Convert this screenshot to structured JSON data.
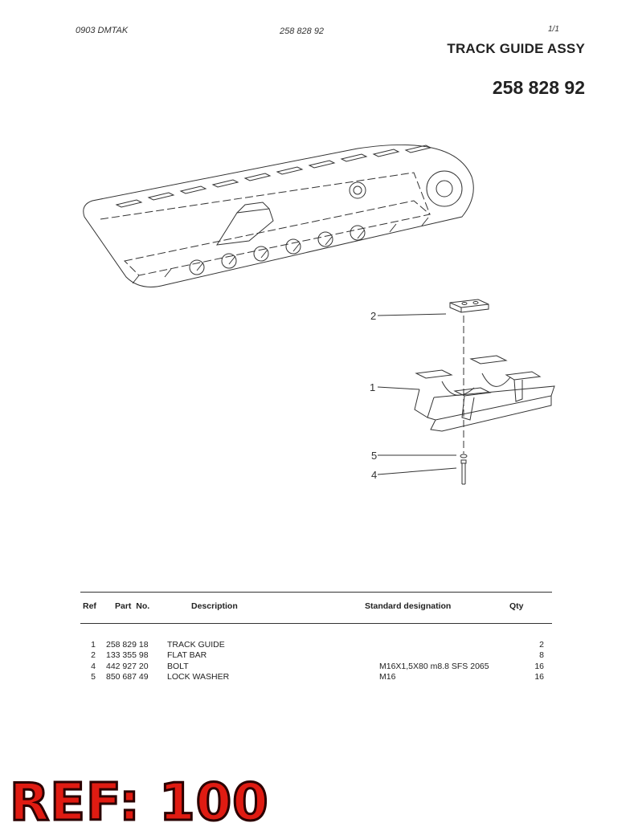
{
  "header": {
    "left_code": "0903   DMTAK",
    "center_number": "258 828 92",
    "page": "1/1"
  },
  "title": "TRACK GUIDE ASSY",
  "part_number": "258 828 92",
  "callouts": [
    "2",
    "1",
    "5",
    "4"
  ],
  "table": {
    "headers": {
      "ref": "Ref",
      "part_no": "Part  No.",
      "description": "Description",
      "standard": "Standard designation",
      "qty": "Qty"
    },
    "rows": [
      {
        "ref": "1",
        "part_no": "258 829 18",
        "description": "TRACK GUIDE",
        "standard": "",
        "qty": "2"
      },
      {
        "ref": "2",
        "part_no": "133 355 98",
        "description": "FLAT BAR",
        "standard": "",
        "qty": "8"
      },
      {
        "ref": "4",
        "part_no": "442 927 20",
        "description": "BOLT",
        "standard": "M16X1,5X80 m8.8 SFS 2065",
        "qty": "16"
      },
      {
        "ref": "5",
        "part_no": "850 687 49",
        "description": "LOCK WASHER",
        "standard": "M16",
        "qty": "16"
      }
    ]
  },
  "stamp": "REF: 100",
  "colors": {
    "stamp": "#e01b12",
    "stamp_outline": "#2a0000"
  }
}
